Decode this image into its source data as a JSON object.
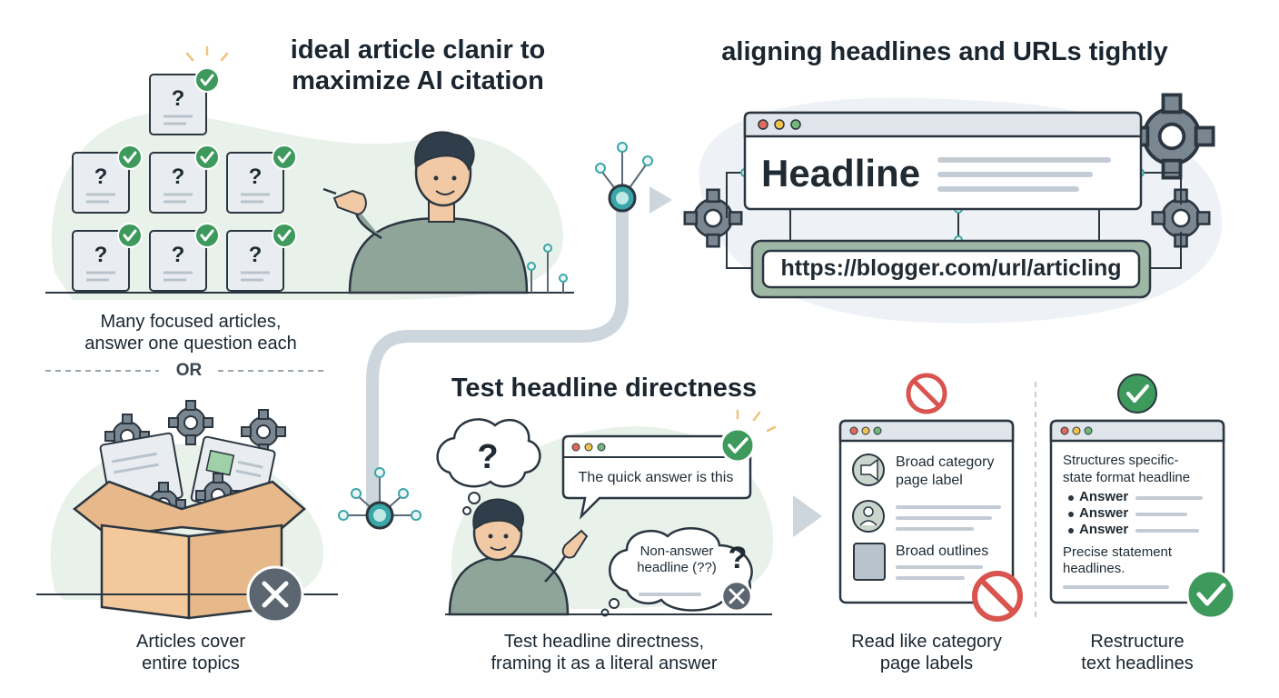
{
  "panel1": {
    "title_line1": "ideal article clanir to",
    "title_line2": "maximize AI citation",
    "caption_line1": "Many focused articles,",
    "caption_line2": "answer one question each",
    "or_label": "OR",
    "caption2_line1": "Articles cover",
    "caption2_line2": "entire topics"
  },
  "panel2": {
    "title": "aligning headlines and URLs tightly",
    "headline_text": "Headline",
    "url_text": "https://blogger.com/url/articling"
  },
  "panel3": {
    "title": "Test headline directness",
    "bubble_good": "The quick answer is this",
    "bubble_bad_line1": "Non-answer",
    "bubble_bad_line2": "headline (??)",
    "caption_line1": "Test headline directness,",
    "caption_line2": "framing it as a literal answer"
  },
  "panel4": {
    "item1_line1": "Broad category",
    "item1_line2": "page label",
    "item3": "Broad outlines",
    "caption_line1": "Read like category",
    "caption_line2": "page labels"
  },
  "panel5": {
    "heading_line1": "Structures specific-",
    "heading_line2": "state format headline",
    "answers": [
      "Answer",
      "Answer",
      "Answer"
    ],
    "footer_line1": "Precise statement",
    "footer_line2": "headlines.",
    "caption_line1": "Restructure",
    "caption_line2": "text headlines"
  },
  "colors": {
    "check_green": "#3d9a5c",
    "cross_red": "#d9534f",
    "connector": "#c9d2da",
    "blob": "#e8f0ea",
    "accent_teal": "#3aa6a8"
  }
}
